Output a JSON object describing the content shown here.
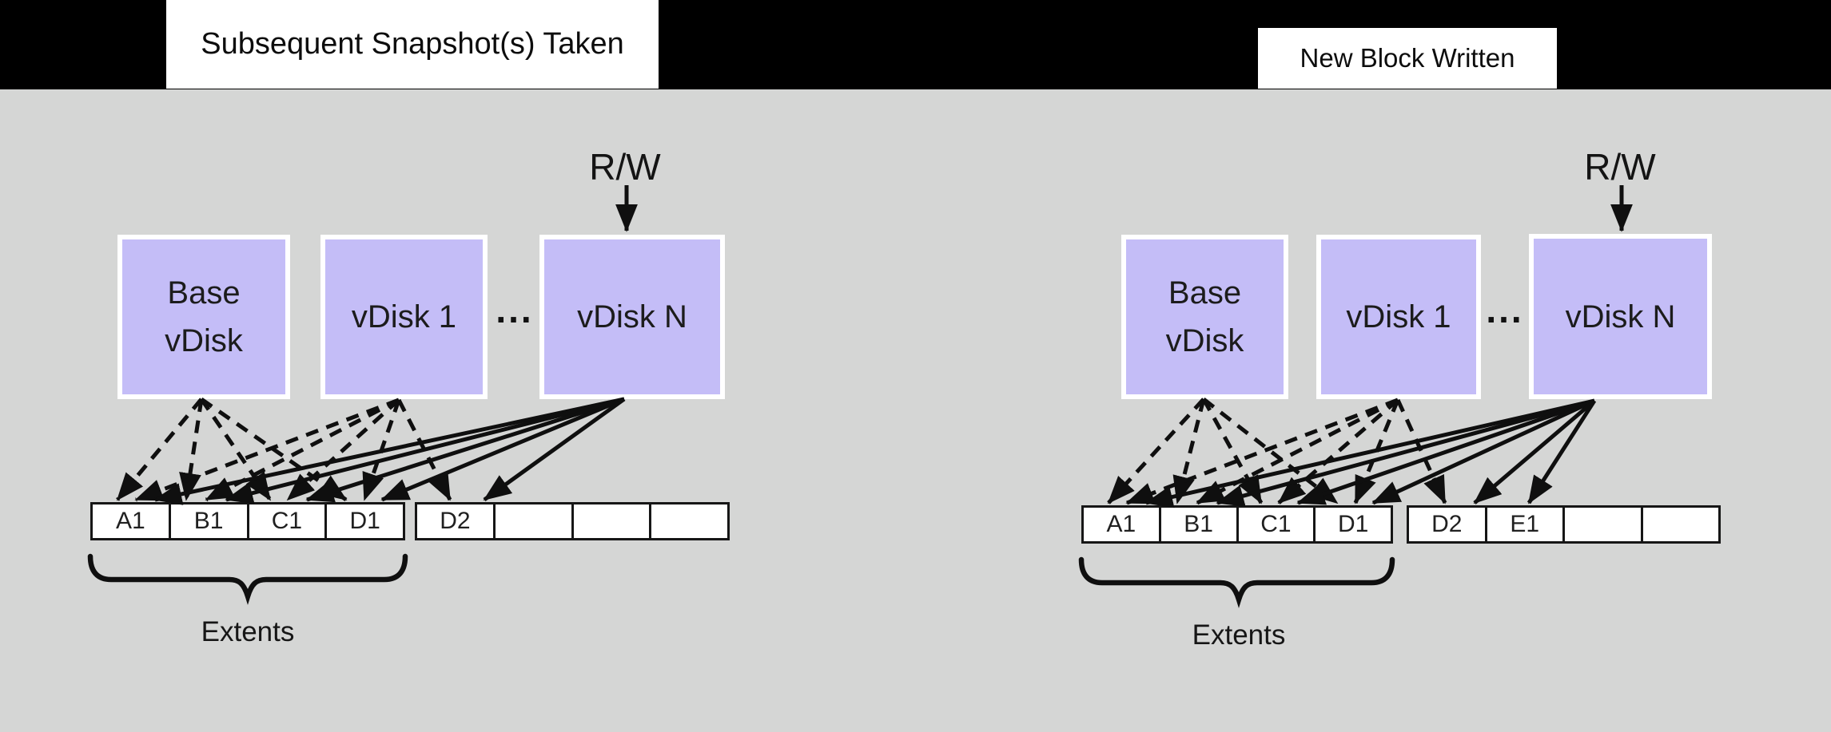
{
  "colors": {
    "top_band": "#000000",
    "background": "#d5d6d5",
    "vdisk_fill": "#c4bdf7",
    "vdisk_border": "#ffffff",
    "title_fill": "#ffffff",
    "title_text": "#0d0d0d",
    "arrow_and_text": "#111111",
    "extent_cell_fill": "#ffffff",
    "extent_cell_border": "#161616"
  },
  "panels": [
    {
      "title": "Subsequent Snapshot(s) Taken",
      "rw_label": "R/W",
      "ellipsis": "...",
      "vdisks": [
        {
          "label_top": "Base",
          "label_bottom": "vDisk"
        },
        {
          "label": "vDisk 1"
        },
        {
          "label": "vDisk N"
        }
      ],
      "bar1": {
        "cells": [
          "A1",
          "B1",
          "C1",
          "D1"
        ]
      },
      "bar2": {
        "cells": [
          "D2",
          "",
          "",
          ""
        ]
      },
      "extents_label": "Extents",
      "arrows": {
        "dashed": [
          [
            252,
            500,
            147,
            626
          ],
          [
            252,
            500,
            233,
            626
          ],
          [
            252,
            500,
            338,
            626
          ],
          [
            252,
            500,
            433,
            626
          ],
          [
            499,
            501,
            170,
            626
          ],
          [
            499,
            501,
            258,
            626
          ],
          [
            499,
            501,
            360,
            626
          ],
          [
            499,
            501,
            456,
            626
          ],
          [
            499,
            501,
            563,
            626
          ]
        ],
        "solid": [
          [
            781,
            500,
            194,
            626
          ],
          [
            781,
            500,
            283,
            626
          ],
          [
            781,
            500,
            384,
            626
          ],
          [
            781,
            500,
            478,
            626
          ],
          [
            781,
            500,
            606,
            626
          ]
        ],
        "rw": [
          784,
          232,
          784,
          289
        ]
      }
    },
    {
      "title": "New Block Written",
      "rw_label": "R/W",
      "ellipsis": "...",
      "vdisks": [
        {
          "label_top": "Base",
          "label_bottom": "vDisk"
        },
        {
          "label": "vDisk 1"
        },
        {
          "label": "vDisk N"
        }
      ],
      "bar1": {
        "cells": [
          "A1",
          "B1",
          "C1",
          "D1"
        ]
      },
      "bar2": {
        "cells": [
          "D2",
          "E1",
          "",
          ""
        ]
      },
      "extents_label": "Extents",
      "arrows": {
        "dashed": [
          [
            1506,
            500,
            1387,
            630
          ],
          [
            1506,
            500,
            1473,
            630
          ],
          [
            1506,
            500,
            1578,
            630
          ],
          [
            1506,
            500,
            1673,
            630
          ],
          [
            1749,
            501,
            1410,
            630
          ],
          [
            1749,
            501,
            1498,
            630
          ],
          [
            1749,
            501,
            1600,
            630
          ],
          [
            1749,
            501,
            1696,
            630
          ],
          [
            1749,
            501,
            1808,
            630
          ]
        ],
        "solid": [
          [
            1995,
            502,
            1434,
            630
          ],
          [
            1995,
            502,
            1523,
            630
          ],
          [
            1995,
            502,
            1624,
            630
          ],
          [
            1995,
            502,
            1718,
            630
          ],
          [
            1995,
            502,
            1845,
            630
          ],
          [
            1995,
            502,
            1913,
            630
          ]
        ],
        "rw": [
          2029,
          232,
          2029,
          289
        ]
      }
    }
  ]
}
